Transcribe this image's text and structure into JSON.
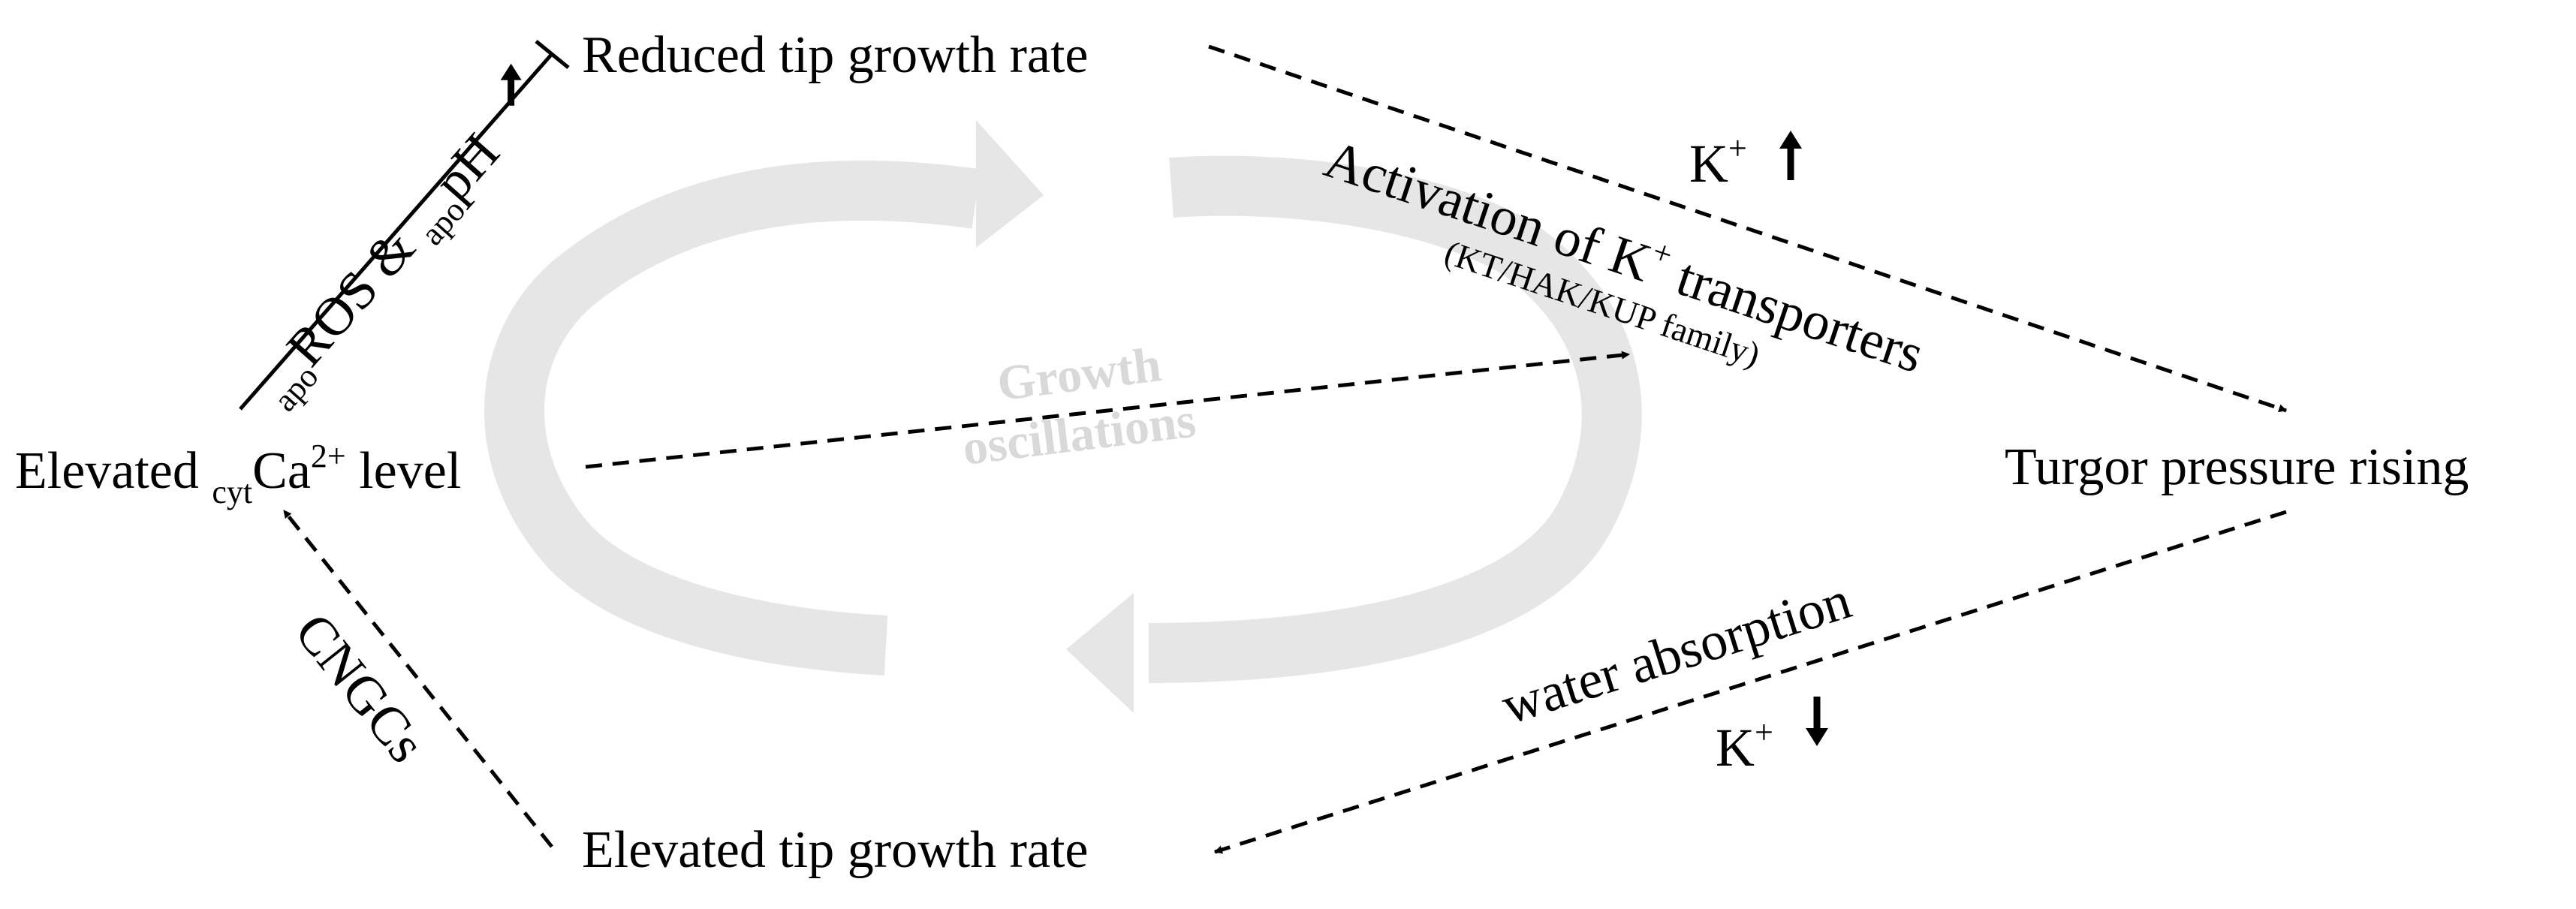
{
  "nodes": {
    "reduced_tip": "Reduced tip growth rate",
    "turgor": "Turgor pressure rising",
    "elevated_tip": "Elevated tip growth rate",
    "elevated_ca": {
      "prefix": "Elevated ",
      "sub": "cyt",
      "main": "Ca",
      "sup": "2+",
      "suffix": " level"
    }
  },
  "edges": {
    "ros_ph": {
      "sub1": "apo",
      "text1": "ROS & ",
      "sub2": "apo",
      "text2": "pH"
    },
    "activation": {
      "text": "Activation of K",
      "sup": "+",
      "suffix": " transporters",
      "family": "(KT/HAK/KUP family)"
    },
    "k_up": {
      "text": "K",
      "sup": "+"
    },
    "water": "water absorption",
    "k_down": {
      "text": "K",
      "sup": "+"
    },
    "cngcs": "CNGCs"
  },
  "center": {
    "line1": "Growth",
    "line2": "oscillations"
  },
  "colors": {
    "cycle_arrow": "#e6e6e6",
    "center_text": "#d9d9d9",
    "lines": "#000000"
  }
}
